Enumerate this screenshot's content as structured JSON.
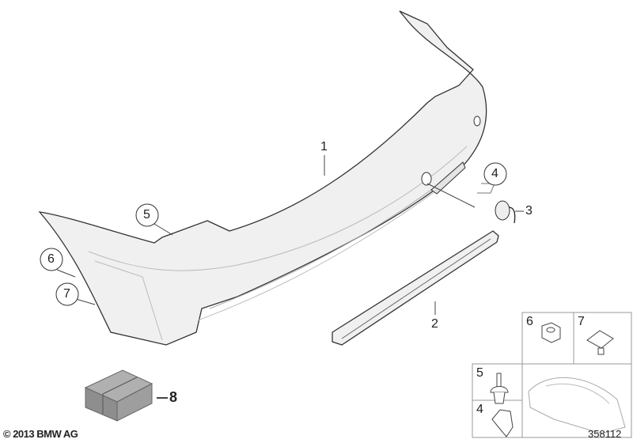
{
  "callouts": {
    "part_1": "1",
    "part_2": "2",
    "part_3": "3",
    "part_4": "4",
    "part_5": "5",
    "part_6": "6",
    "part_7": "7",
    "part_8": "8"
  },
  "detail_panel": {
    "cell_6": "6",
    "cell_7": "7",
    "cell_5": "5",
    "cell_4": "4"
  },
  "footer": {
    "copyright": "© 2013 BMW AG",
    "diagram_number": "358112"
  },
  "colors": {
    "line": "#333333",
    "part_fill": "#f0f0f0",
    "box_fill": "#9a9a9a"
  }
}
